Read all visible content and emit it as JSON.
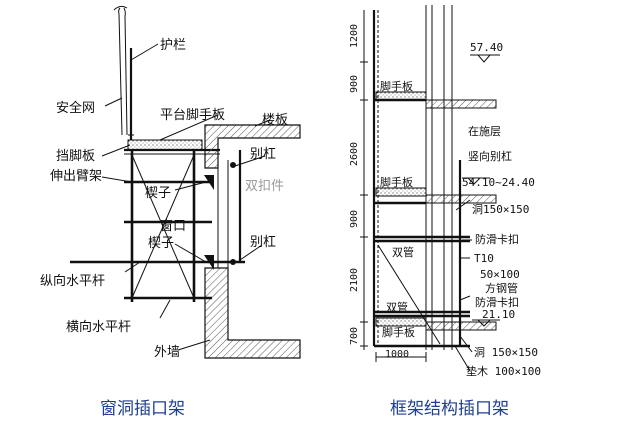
{
  "left_diagram": {
    "labels": {
      "guardrail": "护栏",
      "safety_net": "安全网",
      "platform_board": "平台脚手板",
      "floor_slab": "楼板",
      "toe_board": "挡脚板",
      "cantilever_frame": "伸出臂架",
      "brace_bar_top": "别杠",
      "wedge_top": "楔子",
      "double_clamp": "双扣件",
      "window_opening": "窗口",
      "wedge_bottom": "楔子",
      "brace_bar_bottom": "别杠",
      "longitudinal_bar": "纵向水平杆",
      "transverse_bar": "横向水平杆",
      "outer_wall": "外墙"
    },
    "caption": "窗洞插口架"
  },
  "right_diagram": {
    "dims": [
      "1200",
      "900",
      "2600",
      "900",
      "2100",
      "700"
    ],
    "bottom_dim": "1000",
    "labels": {
      "elevation_top": "57.40",
      "scaffold_board_1": "脚手板",
      "construction_floor": "在施层",
      "vertical_brace": "竖向别杠",
      "elevation_range": "54.10~24.40",
      "scaffold_board_2": "脚手板",
      "hole_1": "洞150×150",
      "double_pipe_1": "双管",
      "anti_slip_1": "防滑卡扣",
      "t_steel": "T10",
      "size_50x100": "50×100",
      "square_steel": "方钢管",
      "anti_slip_2": "防滑卡扣",
      "elevation_bottom": "21.10",
      "double_pipe_2": "双管",
      "scaffold_board_3": "脚手板",
      "hole_2": "洞 150×150",
      "pad_wood": "垫木 100×100"
    },
    "caption": "框架结构插口架"
  },
  "colors": {
    "ink": "#111111",
    "caption": "#1f3f8f",
    "hatch": "#555555"
  }
}
